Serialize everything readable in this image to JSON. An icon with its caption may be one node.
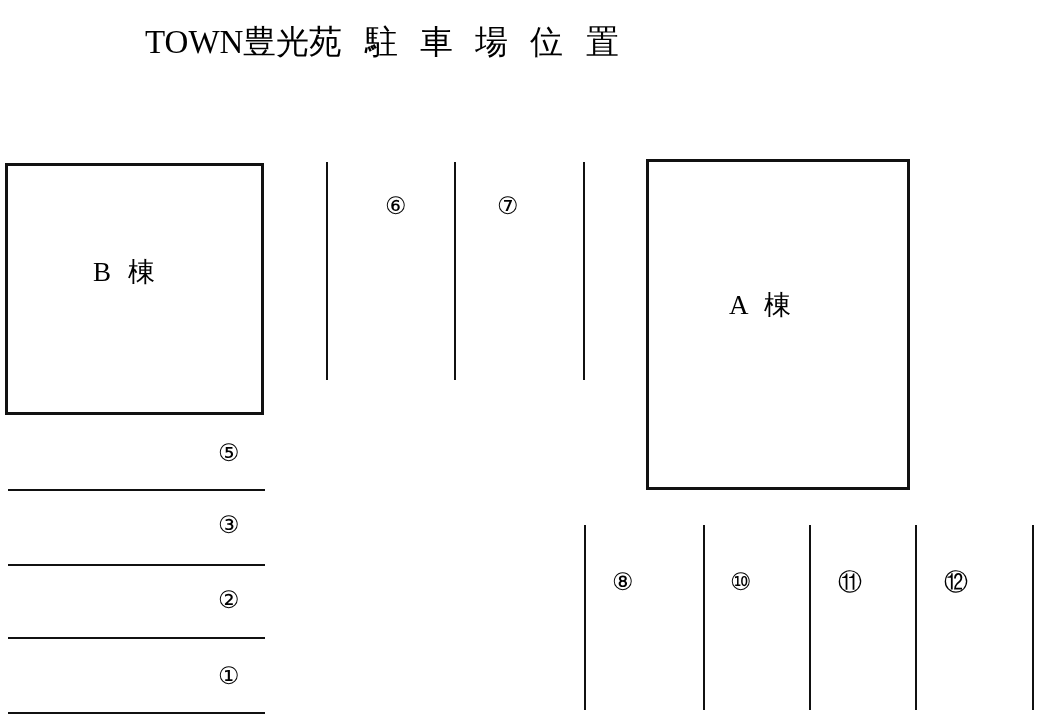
{
  "diagram": {
    "title": "TOWN豊光苑 駐 車 場 位 置",
    "nodes": [
      {
        "text": [
          "B 棟"
        ]
      },
      {
        "text": [
          "A 棟"
        ]
      }
    ],
    "labels": [
      "⑥",
      "⑦",
      "⑤",
      "③",
      "⑧",
      "⑩",
      "⑪",
      "⑫",
      "②",
      "①"
    ]
  }
}
